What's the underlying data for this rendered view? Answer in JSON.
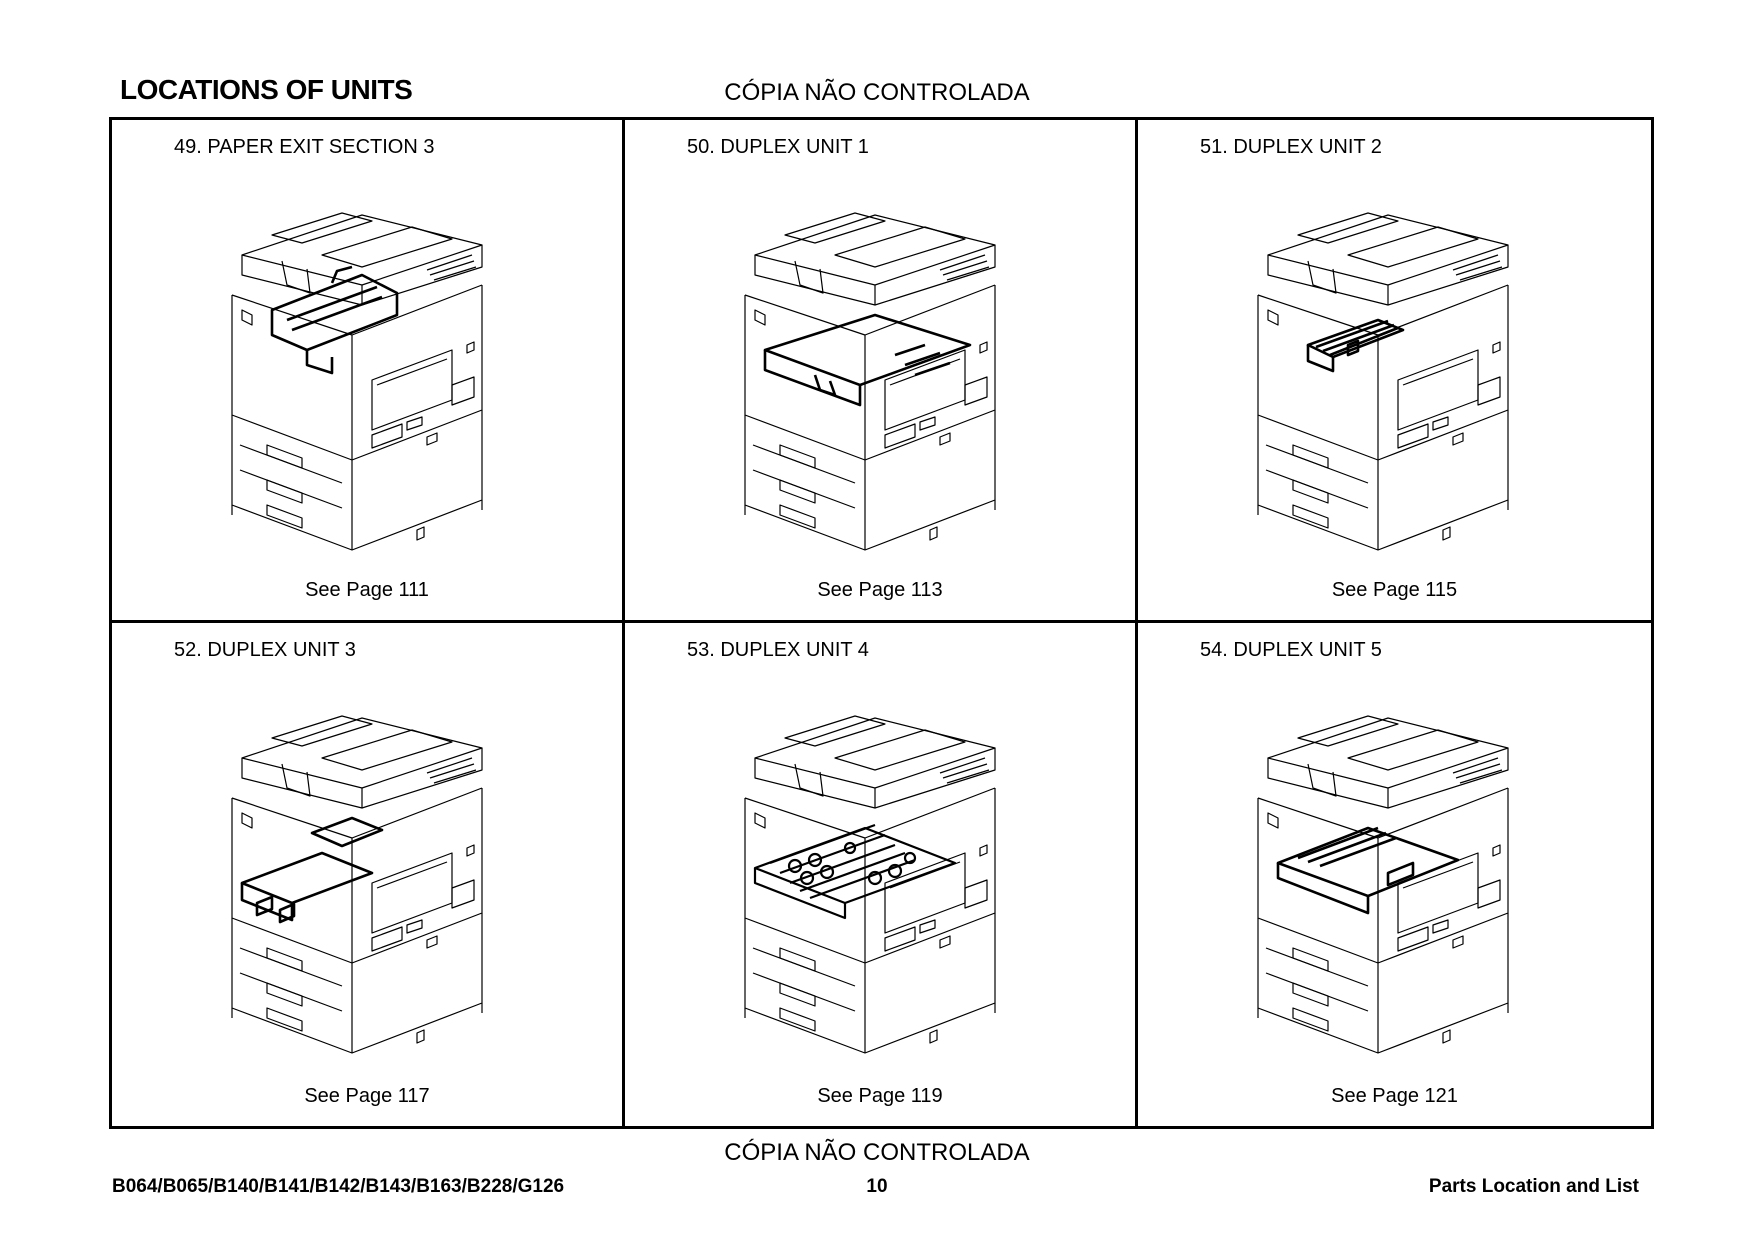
{
  "header": {
    "title": "LOCATIONS OF UNITS",
    "watermark": "CÓPIA NÃO CONTROLADA"
  },
  "units": [
    {
      "title": "49. PAPER EXIT SECTION 3",
      "ref": "See Page 111"
    },
    {
      "title": "50. DUPLEX UNIT 1",
      "ref": "See Page 113"
    },
    {
      "title": "51. DUPLEX UNIT 2",
      "ref": "See Page 115"
    },
    {
      "title": "52. DUPLEX UNIT 3",
      "ref": "See Page 117"
    },
    {
      "title": "53. DUPLEX UNIT 4",
      "ref": "See Page 119"
    },
    {
      "title": "54. DUPLEX UNIT 5",
      "ref": "See Page 121"
    }
  ],
  "footer": {
    "watermark": "CÓPIA NÃO CONTROLADA",
    "models": "B064/B065/B140/B141/B142/B143/B163/B228/G126",
    "page_number": "10",
    "section": "Parts Location and List"
  }
}
